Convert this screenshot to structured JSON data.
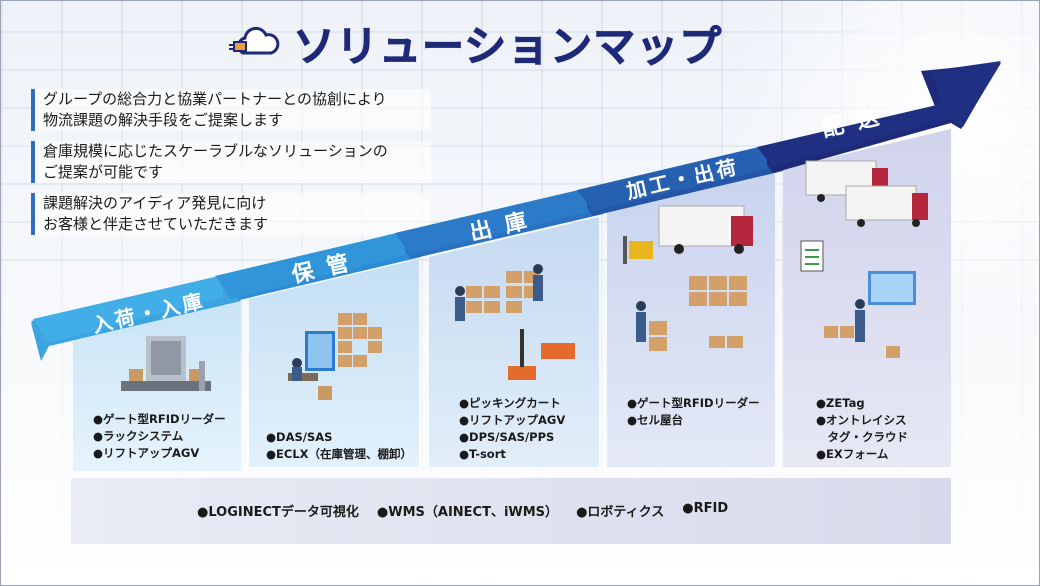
{
  "title": "ソリューションマップ",
  "intro": [
    "グループの総合力と協業パートナーとの協創により\n物流課題の解決手段をご提案します",
    "倉庫規模に応じたスケーラブルなソリューションの\nご提案が可能です",
    "課題解決のアイディア発見に向け\nお客様と伴走させていただきます"
  ],
  "steps": [
    {
      "label": "入荷・入庫",
      "items": [
        "●ゲート型RFIDリーダー",
        "●ラックシステム",
        "●リフトアップAGV"
      ]
    },
    {
      "label": "保 管",
      "items": [
        "●DAS/SAS",
        "●ECLX（在庫管理、棚卸）"
      ]
    },
    {
      "label": "出 庫",
      "items": [
        "●ピッキングカート",
        "●リフトアップAGV",
        "●DPS/SAS/PPS",
        "●T-sort"
      ]
    },
    {
      "label": "加工・出荷",
      "items": [
        "●ゲート型RFIDリーダー",
        "●セル屋台"
      ]
    },
    {
      "label": "配 送",
      "items": [
        "●ZETag",
        "●オントレイシス",
        "　タグ・クラウド",
        "●EXフォーム"
      ]
    }
  ],
  "bottom_items": [
    "●LOGINECTデータ可視化",
    "●WMS（AINECT、iWMS）",
    "●ロボティクス",
    "●RFID"
  ],
  "icons": [
    "truck-cloud-icon",
    "gate-reader-illustration",
    "worker-monitor-illustration",
    "picking-worker-illustration",
    "truck-forklift-illustration",
    "delivery-trucks-illustration",
    "dashboard-worker-illustration"
  ],
  "colors": {
    "title": "#1e2a78",
    "step1": "#3aa3e0",
    "step2": "#2f8bd3",
    "step3": "#2a71c2",
    "step4": "#2456a8",
    "step5": "#1e2a78"
  }
}
